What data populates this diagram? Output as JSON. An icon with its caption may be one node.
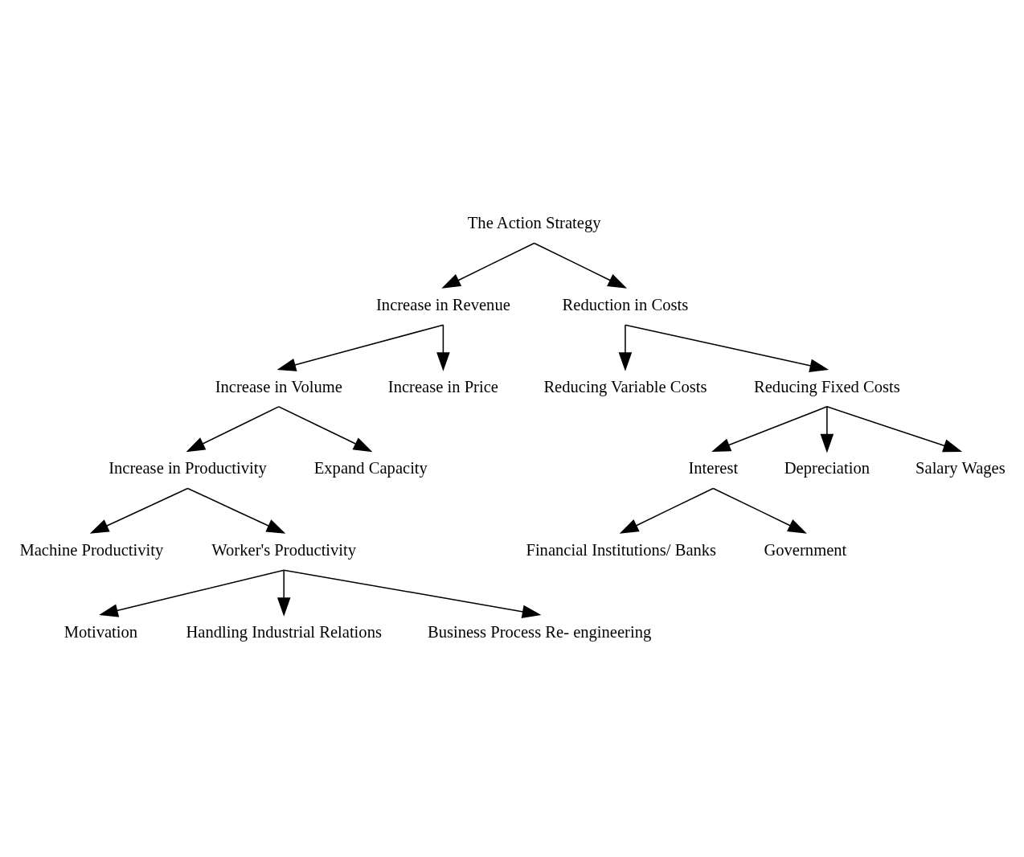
{
  "diagram": {
    "nodes": [
      {
        "text": [
          "The Action Strategy"
        ]
      },
      {
        "text": [
          "Increase in Revenue"
        ]
      },
      {
        "text": [
          "Reduction in Costs"
        ]
      },
      {
        "text": [
          "Increase in Volume"
        ]
      },
      {
        "text": [
          "Increase in Price"
        ]
      },
      {
        "text": [
          "Reducing Variable Costs"
        ]
      },
      {
        "text": [
          "Reducing Fixed Costs"
        ]
      },
      {
        "text": [
          "Increase in Productivity"
        ]
      },
      {
        "text": [
          "Expand Capacity"
        ]
      },
      {
        "text": [
          "Interest"
        ]
      },
      {
        "text": [
          "Depreciation"
        ]
      },
      {
        "text": [
          "Salary Wages"
        ]
      },
      {
        "text": [
          "Machine Productivity"
        ]
      },
      {
        "text": [
          "Worker's Productivity"
        ]
      },
      {
        "text": [
          "Financial Institutions/ Banks"
        ]
      },
      {
        "text": [
          "Government"
        ]
      },
      {
        "text": [
          "Motivation"
        ]
      },
      {
        "text": [
          "Handling Industrial Relations"
        ]
      },
      {
        "text": [
          "Business Process Re- engineering"
        ]
      }
    ],
    "edges": [
      {
        "from": 0,
        "to": 1,
        "arrow": "to"
      },
      {
        "from": 0,
        "to": 2,
        "arrow": "to"
      },
      {
        "from": 1,
        "to": 3,
        "arrow": "to"
      },
      {
        "from": 1,
        "to": 4,
        "arrow": "to"
      },
      {
        "from": 2,
        "to": 5,
        "arrow": "to"
      },
      {
        "from": 2,
        "to": 6,
        "arrow": "to"
      },
      {
        "from": 3,
        "to": 7,
        "arrow": "to"
      },
      {
        "from": 3,
        "to": 8,
        "arrow": "to"
      },
      {
        "from": 6,
        "to": 9,
        "arrow": "to"
      },
      {
        "from": 6,
        "to": 10,
        "arrow": "to"
      },
      {
        "from": 6,
        "to": 11,
        "arrow": "to"
      },
      {
        "from": 7,
        "to": 12,
        "arrow": "to"
      },
      {
        "from": 7,
        "to": 13,
        "arrow": "to"
      },
      {
        "from": 9,
        "to": 14,
        "arrow": "to"
      },
      {
        "from": 9,
        "to": 15,
        "arrow": "to"
      },
      {
        "from": 13,
        "to": 16,
        "arrow": "to"
      },
      {
        "from": 13,
        "to": 17,
        "arrow": "to"
      },
      {
        "from": 13,
        "to": 18,
        "arrow": "to"
      }
    ]
  }
}
